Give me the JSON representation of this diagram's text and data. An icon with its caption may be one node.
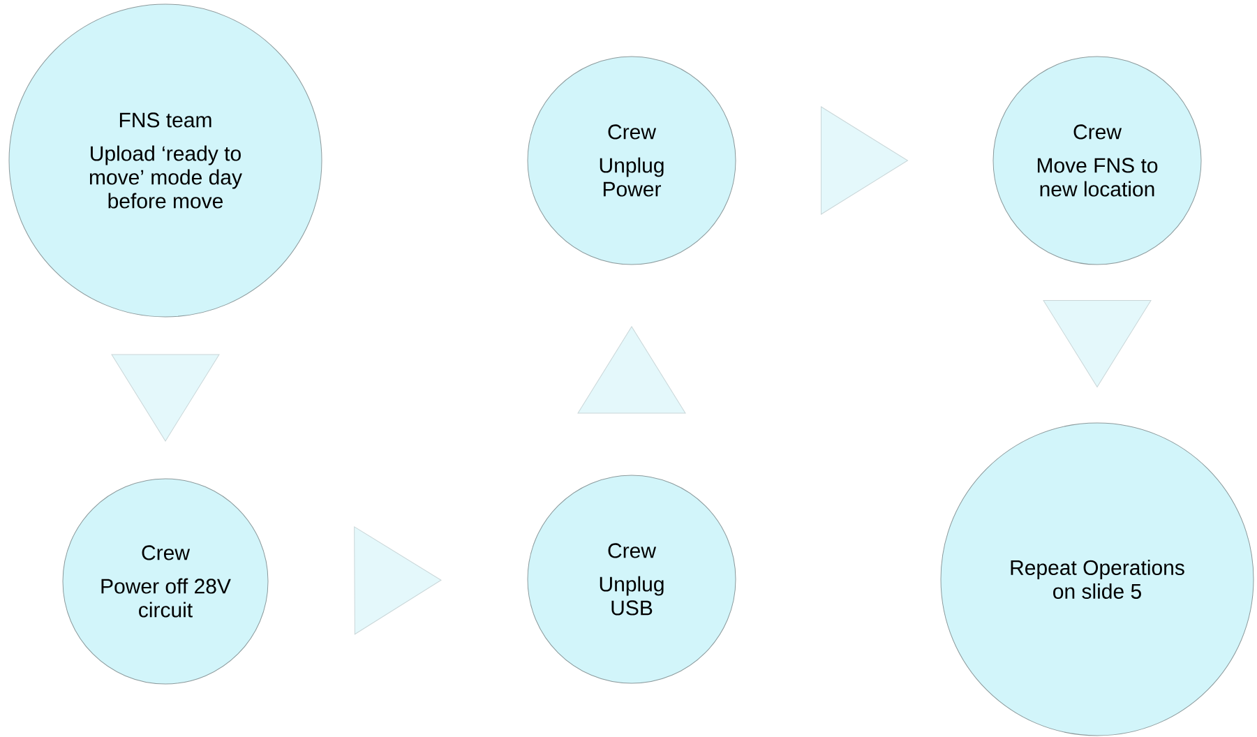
{
  "diagram": {
    "nodes": [
      {
        "text": [
          "FNS team",
          "Upload ‘ready to move’ mode day before move"
        ]
      },
      {
        "text": [
          "Crew",
          "Power off 28V circuit"
        ]
      },
      {
        "text": [
          "Crew",
          "Unplug USB"
        ]
      },
      {
        "text": [
          "Crew",
          "Unplug Power"
        ]
      },
      {
        "text": [
          "Crew",
          "Move FNS to new location"
        ]
      },
      {
        "text": [
          "Repeat Operations on slide 5"
        ]
      }
    ],
    "edges": [
      {
        "from": 0,
        "to": 1,
        "arrow": "to"
      },
      {
        "from": 1,
        "to": 2,
        "arrow": "to"
      },
      {
        "from": 2,
        "to": 3,
        "arrow": "to"
      },
      {
        "from": 3,
        "to": 4,
        "arrow": "to"
      },
      {
        "from": 4,
        "to": 5,
        "arrow": "to"
      }
    ]
  }
}
